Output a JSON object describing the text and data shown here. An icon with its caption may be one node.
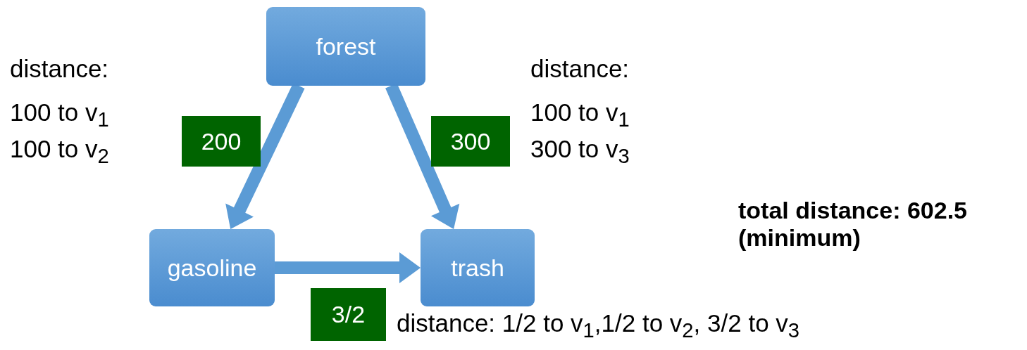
{
  "diagram": {
    "nodes": [
      {
        "text": [
          "forest"
        ]
      },
      {
        "text": [
          "gasoline"
        ]
      },
      {
        "text": [
          "trash"
        ]
      }
    ],
    "edges": [
      {
        "from": 0,
        "to": 1,
        "arrow": "to",
        "label": "200",
        "style": "thick"
      },
      {
        "from": 0,
        "to": 2,
        "arrow": "to",
        "label": "300",
        "style": "thick"
      },
      {
        "from": 1,
        "to": 2,
        "arrow": "to",
        "label": "3/2",
        "style": "thick"
      }
    ],
    "labels": [
      "distance:",
      "100 to v$_{1}$",
      "100 to v$_{2}$",
      "distance:",
      "100 to v$_{1}$",
      "300 to v$_{3}$",
      "total distance: 602.5 (minimum)",
      "distance: 1/2 to v$_{1}$,1/2 to v$_{2}$, 3/2 to v$_{3}$"
    ]
  }
}
